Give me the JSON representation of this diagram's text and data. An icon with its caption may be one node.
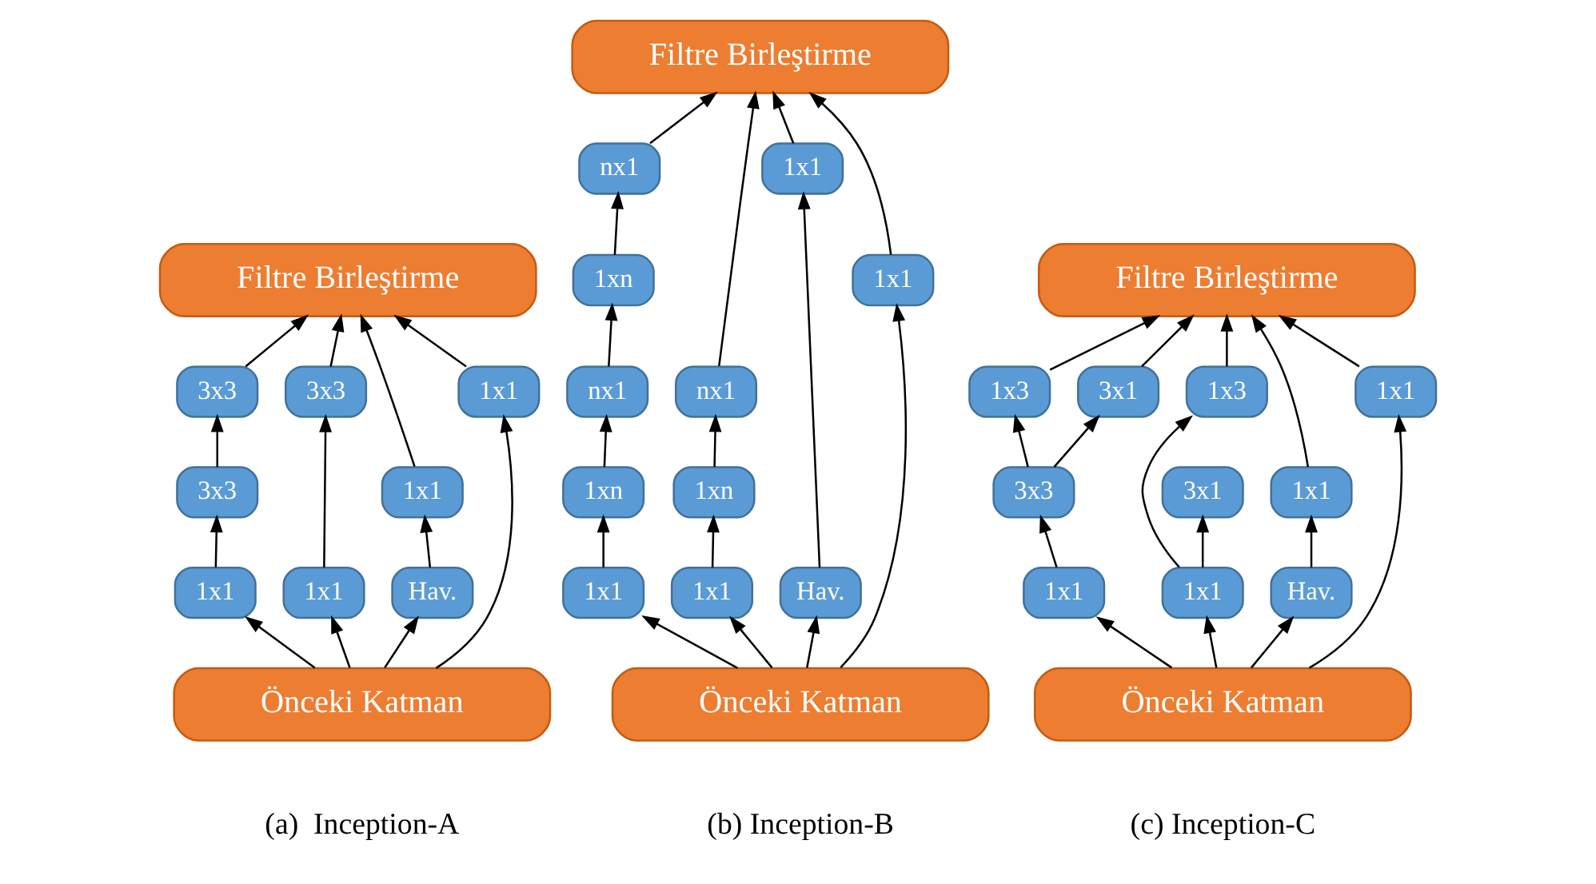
{
  "diagram": {
    "nodes": [
      {
        "text": [
          "Filtre Birleştirme"
        ]
      },
      {
        "text": [
          "3x3"
        ]
      },
      {
        "text": [
          "3x3"
        ]
      },
      {
        "text": [
          "3x3"
        ]
      },
      {
        "text": [
          "1x1"
        ]
      },
      {
        "text": [
          "1x1"
        ]
      },
      {
        "text": [
          "1x1"
        ]
      },
      {
        "text": [
          "Hav."
        ]
      },
      {
        "text": [
          "1x1"
        ]
      },
      {
        "text": [
          "Önceki Katman"
        ]
      },
      {
        "text": [
          "Filtre Birleştirme"
        ]
      },
      {
        "text": [
          "nx1"
        ]
      },
      {
        "text": [
          "1xn"
        ]
      },
      {
        "text": [
          "nx1"
        ]
      },
      {
        "text": [
          "nx1"
        ]
      },
      {
        "text": [
          "1xn"
        ]
      },
      {
        "text": [
          "1xn"
        ]
      },
      {
        "text": [
          "1x1"
        ]
      },
      {
        "text": [
          "1x1"
        ]
      },
      {
        "text": [
          "1x1"
        ]
      },
      {
        "text": [
          "Hav."
        ]
      },
      {
        "text": [
          "1x1"
        ]
      },
      {
        "text": [
          "Önceki Katman"
        ]
      },
      {
        "text": [
          "Filtre Birleştirme"
        ]
      },
      {
        "text": [
          "1x3"
        ]
      },
      {
        "text": [
          "3x1"
        ]
      },
      {
        "text": [
          "3x3"
        ]
      },
      {
        "text": [
          "1x3"
        ]
      },
      {
        "text": [
          "3x1"
        ]
      },
      {
        "text": [
          "1x1"
        ]
      },
      {
        "text": [
          "1x1"
        ]
      },
      {
        "text": [
          "1x1"
        ]
      },
      {
        "text": [
          "Hav."
        ]
      },
      {
        "text": [
          "1x1"
        ]
      },
      {
        "text": [
          "Önceki Katman"
        ]
      }
    ],
    "edges": [
      {
        "from": 9,
        "to": 5,
        "arrow": "to"
      },
      {
        "from": 9,
        "to": 6,
        "arrow": "to"
      },
      {
        "from": 9,
        "to": 7,
        "arrow": "to"
      },
      {
        "from": 9,
        "to": 8,
        "arrow": "to"
      },
      {
        "from": 5,
        "to": 2,
        "arrow": "to"
      },
      {
        "from": 2,
        "to": 1,
        "arrow": "to"
      },
      {
        "from": 1,
        "to": 0,
        "arrow": "to"
      },
      {
        "from": 6,
        "to": 3,
        "arrow": "to"
      },
      {
        "from": 3,
        "to": 0,
        "arrow": "to"
      },
      {
        "from": 7,
        "to": 4,
        "arrow": "to"
      },
      {
        "from": 4,
        "to": 0,
        "arrow": "to"
      },
      {
        "from": 8,
        "to": 0,
        "arrow": "to"
      },
      {
        "from": 22,
        "to": 18,
        "arrow": "to"
      },
      {
        "from": 22,
        "to": 19,
        "arrow": "to"
      },
      {
        "from": 22,
        "to": 20,
        "arrow": "to"
      },
      {
        "from": 22,
        "to": 21,
        "arrow": "to"
      },
      {
        "from": 18,
        "to": 15,
        "arrow": "to"
      },
      {
        "from": 15,
        "to": 13,
        "arrow": "to"
      },
      {
        "from": 13,
        "to": 12,
        "arrow": "to"
      },
      {
        "from": 12,
        "to": 11,
        "arrow": "to"
      },
      {
        "from": 11,
        "to": 10,
        "arrow": "to"
      },
      {
        "from": 19,
        "to": 16,
        "arrow": "to"
      },
      {
        "from": 16,
        "to": 14,
        "arrow": "to"
      },
      {
        "from": 14,
        "to": 10,
        "arrow": "to"
      },
      {
        "from": 20,
        "to": 17,
        "arrow": "to"
      },
      {
        "from": 17,
        "to": 10,
        "arrow": "to"
      },
      {
        "from": 21,
        "to": 10,
        "arrow": "to"
      },
      {
        "from": 34,
        "to": 30,
        "arrow": "to"
      },
      {
        "from": 34,
        "to": 31,
        "arrow": "to"
      },
      {
        "from": 34,
        "to": 32,
        "arrow": "to"
      },
      {
        "from": 34,
        "to": 33,
        "arrow": "to"
      },
      {
        "from": 30,
        "to": 26,
        "arrow": "to"
      },
      {
        "from": 26,
        "to": 24,
        "arrow": "to"
      },
      {
        "from": 26,
        "to": 25,
        "arrow": "to"
      },
      {
        "from": 31,
        "to": 27,
        "arrow": "to"
      },
      {
        "from": 31,
        "to": 28,
        "arrow": "to"
      },
      {
        "from": 32,
        "to": 29,
        "arrow": "to"
      },
      {
        "from": 24,
        "to": 23,
        "arrow": "to"
      },
      {
        "from": 25,
        "to": 23,
        "arrow": "to"
      },
      {
        "from": 27,
        "to": 23,
        "arrow": "to"
      },
      {
        "from": 29,
        "to": 23,
        "arrow": "to"
      },
      {
        "from": 33,
        "to": 23,
        "arrow": "to"
      }
    ],
    "labels": [
      "(a)  Inception-A",
      "(b) Inception-B",
      "(c) Inception-C"
    ]
  }
}
